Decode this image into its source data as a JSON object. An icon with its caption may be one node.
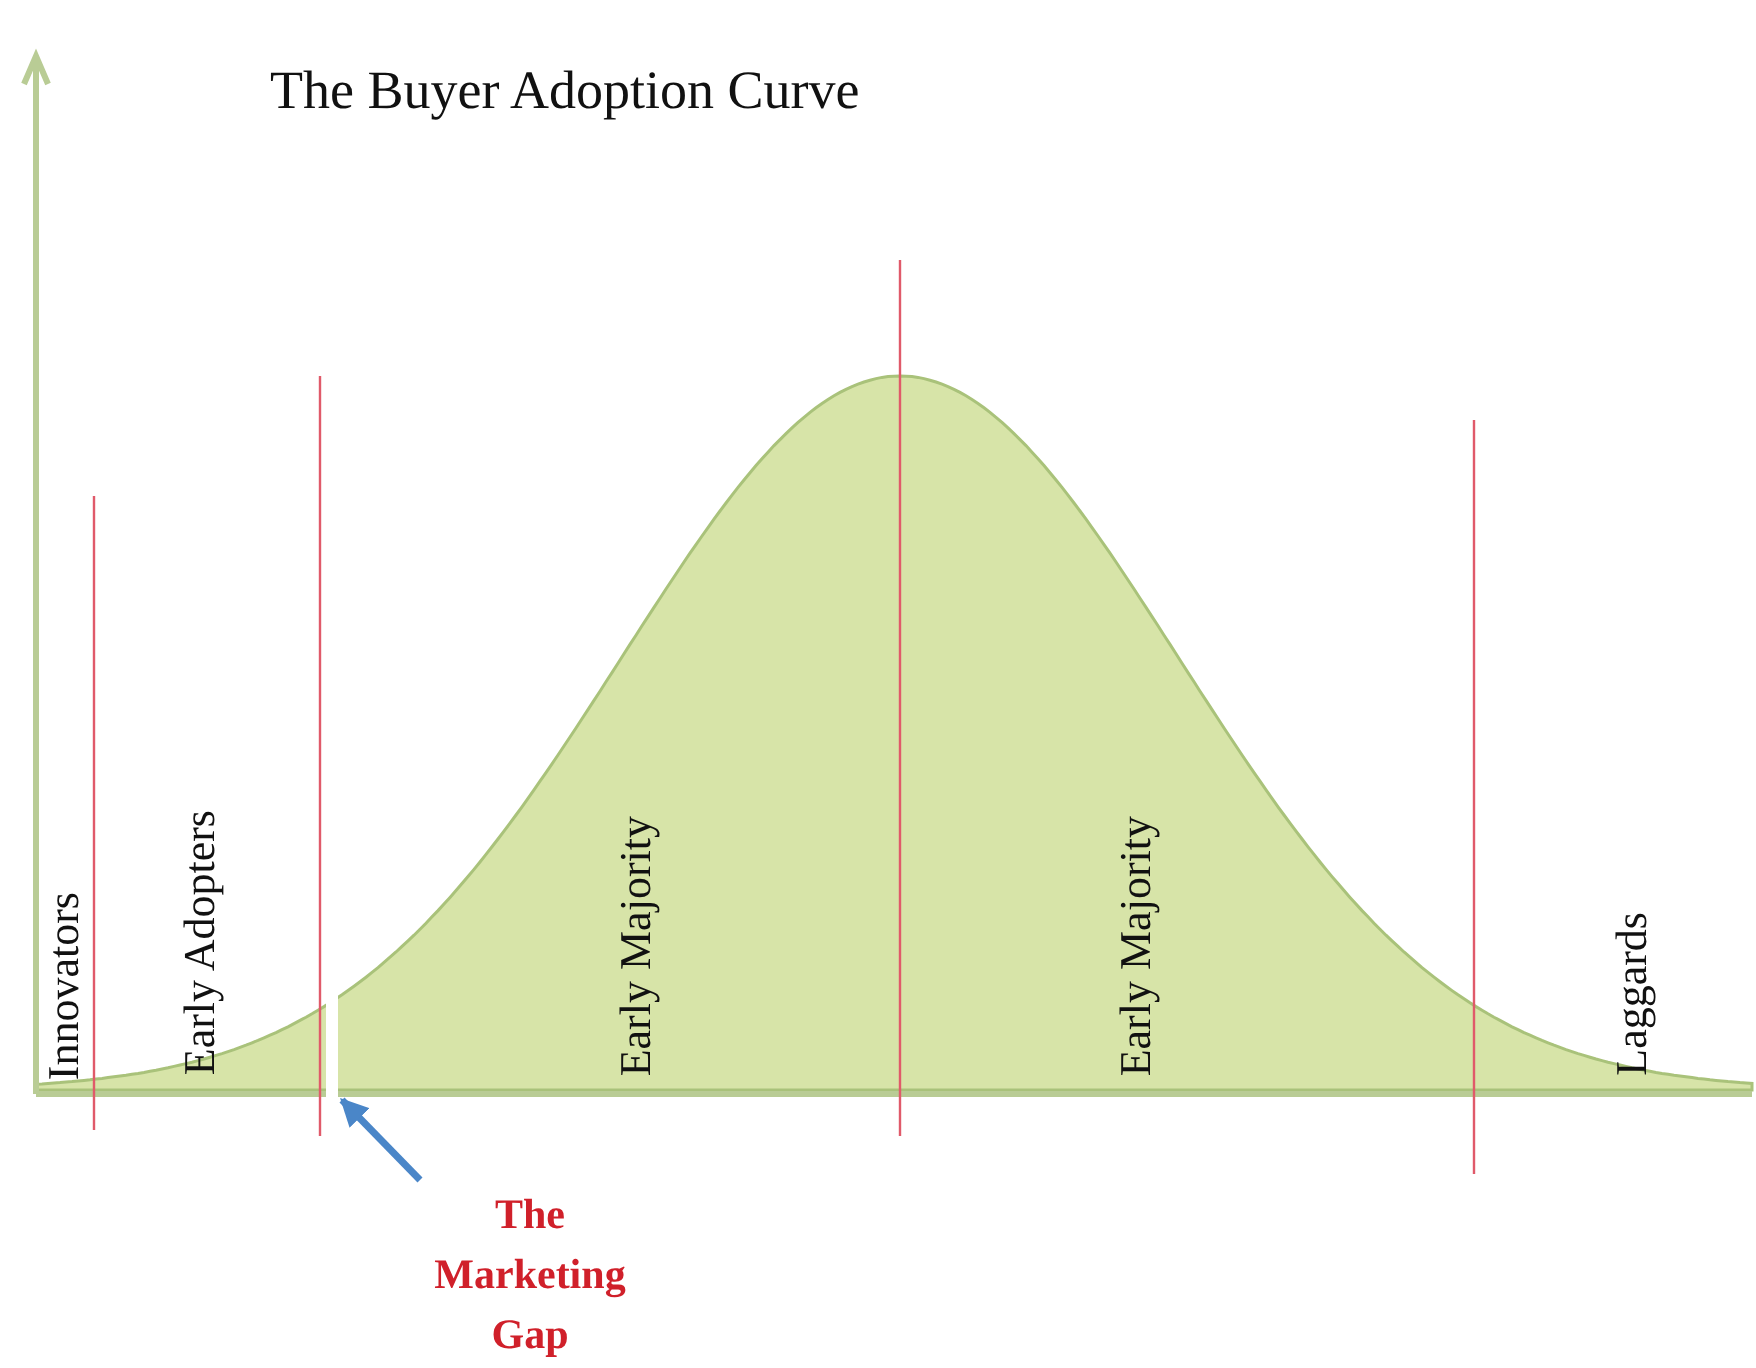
{
  "diagram": {
    "title": "The Buyer Adoption Curve",
    "nodes": [
      {
        "text": [
          "The Marketing Gap"
        ]
      },
      {
        "text": [],
        "shape": "bar"
      }
    ],
    "edges": [
      {
        "from": 0,
        "to": 1,
        "arrow": "to"
      }
    ],
    "labels": [
      "Innovators",
      "Early Adopters",
      "Early Majority",
      "Early Majority",
      "Laggards"
    ]
  }
}
